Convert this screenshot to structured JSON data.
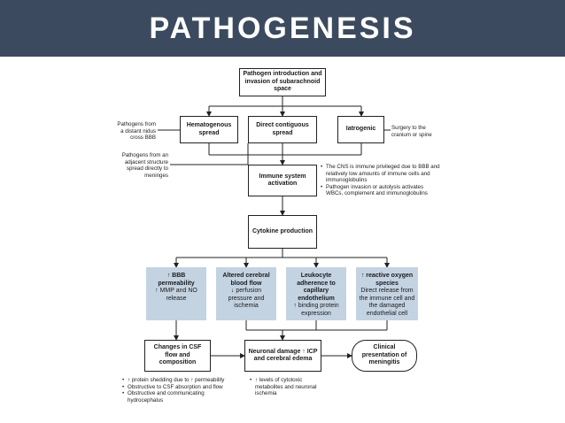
{
  "title": "PATHOGENESIS",
  "colors": {
    "banner": "#3b4a5e",
    "shaded_box": "#c4d3e2"
  },
  "nodes": {
    "intro": "Pathogen introduction and invasion of subarachnoid space",
    "hematogenous": "Hematogenous spread",
    "direct": "Direct contiguous spread",
    "iatrogenic": "Iatrogenic",
    "immune": "Immune system activation",
    "cytokine": "Cytokine production",
    "bbb": {
      "title": "↑ BBB permeability",
      "detail": "↑ MMP and NO release"
    },
    "cbf": {
      "title": "Altered cerebral blood flow",
      "detail": "↓ perfusion pressure and ischemia"
    },
    "leuko": {
      "title": "Leukocyte adherence to capillary endothelium",
      "detail": "↑ binding protein expression"
    },
    "ros": {
      "title": "↑ reactive oxygen species",
      "detail": "Direct release from the immune cell and the damaged endothelial cell"
    },
    "csf": "Changes in CSF flow and composition",
    "neuronal": "Neuronal damage ↑ ICP and cerebral edema",
    "clinical": "Clinical presentation of meningitis"
  },
  "notes": {
    "distant": "Pathogens from a distant nidus cross BBB",
    "adjacent": "Pathogens from an adjacent structure spread directly to meninges",
    "surgery": "Surgery to the cranium or spine",
    "immune_points": [
      "The CNS is immune privileged due to BBB and relatively low amounts of immune cells and immunoglobulins",
      "Pathogen invasion or autolysis activates WBCs, complement and immunoglobulins"
    ],
    "csf_points": [
      "↑ protein shedding due to ↑ permeability",
      "Obstructive to CSF absorption and flow",
      "Obstructive and communicating hydrocephalus"
    ],
    "neuronal_points": [
      "↑ levels of cytotoxic metabolites and neuronal ischemia"
    ]
  }
}
